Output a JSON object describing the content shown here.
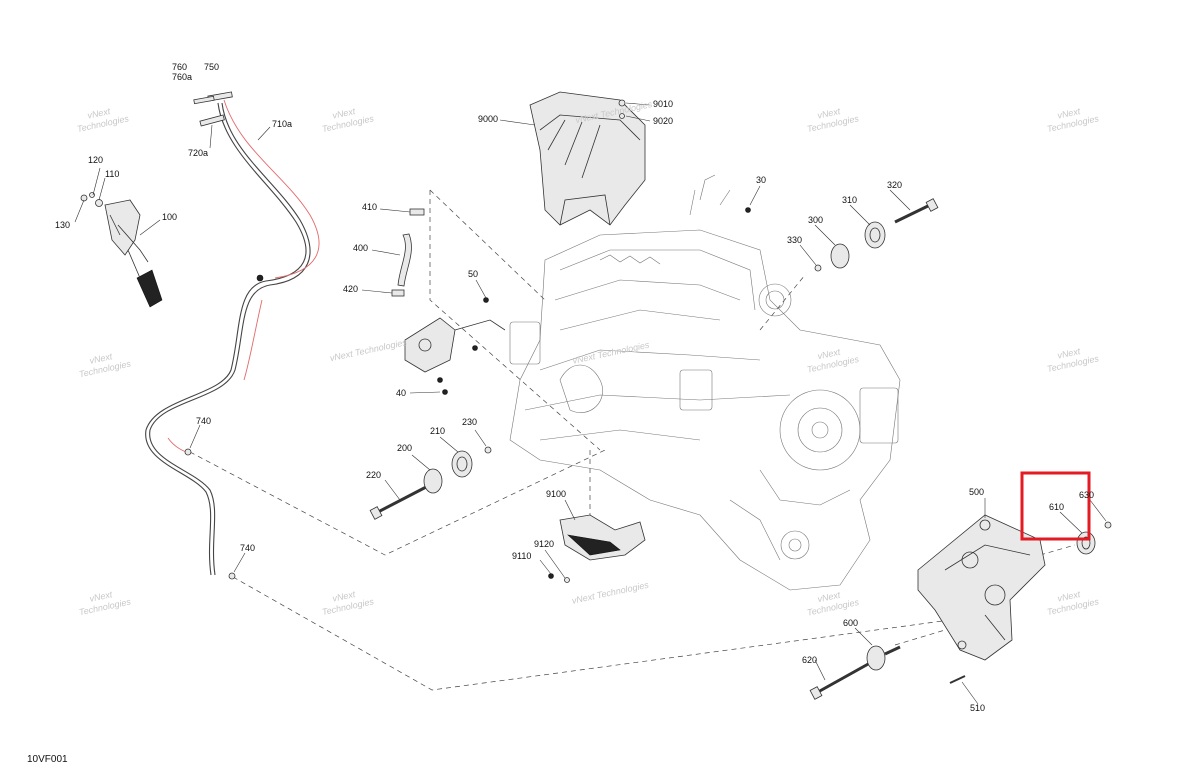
{
  "figure_code": "10VF001",
  "watermark": {
    "line1": "vNext",
    "line2": "Technologies",
    "inline": "vNext Technologies"
  },
  "callouts": [
    {
      "id": "760",
      "text": "760"
    },
    {
      "id": "760a",
      "text": "760a"
    },
    {
      "id": "750",
      "text": "750"
    },
    {
      "id": "710a",
      "text": "710a"
    },
    {
      "id": "720a",
      "text": "720a"
    },
    {
      "id": "120",
      "text": "120"
    },
    {
      "id": "110",
      "text": "110"
    },
    {
      "id": "130",
      "text": "130"
    },
    {
      "id": "100",
      "text": "100"
    },
    {
      "id": "9000",
      "text": "9000"
    },
    {
      "id": "9010",
      "text": "9010"
    },
    {
      "id": "9020",
      "text": "9020"
    },
    {
      "id": "410",
      "text": "410"
    },
    {
      "id": "400",
      "text": "400"
    },
    {
      "id": "420",
      "text": "420"
    },
    {
      "id": "50",
      "text": "50"
    },
    {
      "id": "40",
      "text": "40"
    },
    {
      "id": "30",
      "text": "30"
    },
    {
      "id": "320",
      "text": "320"
    },
    {
      "id": "310",
      "text": "310"
    },
    {
      "id": "300",
      "text": "300"
    },
    {
      "id": "330",
      "text": "330"
    },
    {
      "id": "740a",
      "text": "740"
    },
    {
      "id": "740b",
      "text": "740"
    },
    {
      "id": "200",
      "text": "200"
    },
    {
      "id": "210",
      "text": "210"
    },
    {
      "id": "230",
      "text": "230"
    },
    {
      "id": "220",
      "text": "220"
    },
    {
      "id": "9100",
      "text": "9100"
    },
    {
      "id": "9120",
      "text": "9120"
    },
    {
      "id": "9110",
      "text": "9110"
    },
    {
      "id": "500",
      "text": "500"
    },
    {
      "id": "610",
      "text": "610"
    },
    {
      "id": "630",
      "text": "630"
    },
    {
      "id": "600",
      "text": "600"
    },
    {
      "id": "620",
      "text": "620"
    },
    {
      "id": "510",
      "text": "510"
    }
  ],
  "highlight": {
    "target": "610",
    "color": "#e31b23"
  }
}
